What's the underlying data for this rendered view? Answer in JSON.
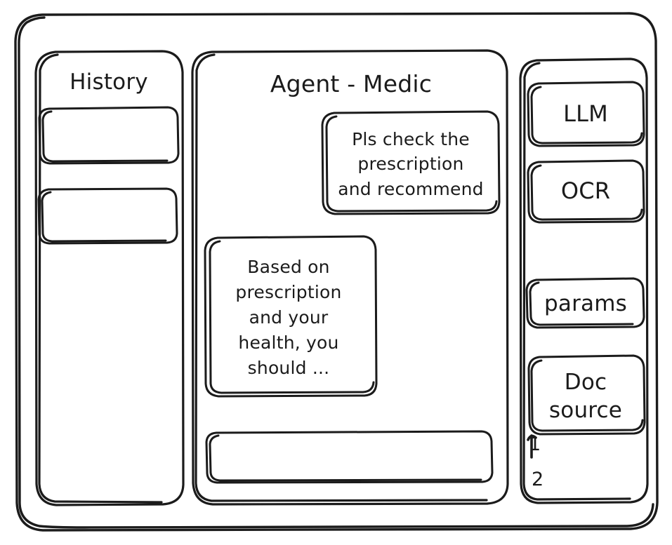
{
  "window": {
    "name": "agent-medic-wireframe"
  },
  "sidebar_left": {
    "title": "History",
    "items": [
      {
        "label": ""
      },
      {
        "label": ""
      }
    ]
  },
  "main": {
    "title": "Agent - Medic",
    "messages": [
      {
        "role": "user",
        "text": "Pls check the\nprescription\nand recommend"
      },
      {
        "role": "assistant",
        "text": "Based on\nprescription\nand your\nhealth, you\nshould ..."
      }
    ],
    "composer": {
      "value": "",
      "placeholder": ""
    }
  },
  "sidebar_right": {
    "buttons": [
      {
        "label": "LLM"
      },
      {
        "label": "OCR"
      },
      {
        "label": "params"
      },
      {
        "label": "Doc\nsource"
      }
    ],
    "doc_list": [
      {
        "label": "1"
      },
      {
        "label": "2"
      }
    ]
  },
  "colors": {
    "stroke": "#1b1b1b",
    "background": "#ffffff"
  }
}
